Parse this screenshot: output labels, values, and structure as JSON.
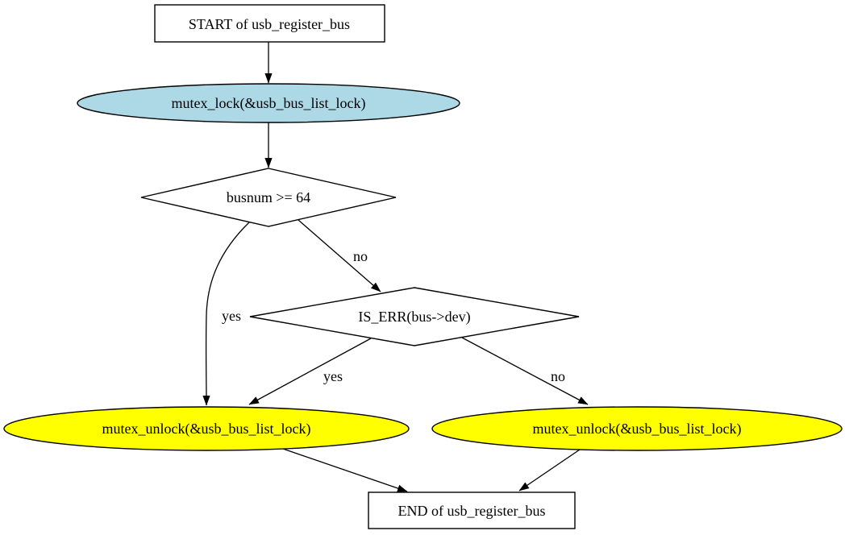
{
  "flowchart": {
    "function_name": "usb_register_bus",
    "nodes": {
      "start": {
        "label": "START of usb_register_bus",
        "shape": "box",
        "fill": "#ffffff"
      },
      "mutex_lock": {
        "label": "mutex_lock(&usb_bus_list_lock)",
        "shape": "ellipse",
        "fill": "#add8e6"
      },
      "busnum_check": {
        "label": "busnum >= 64",
        "shape": "diamond",
        "fill": "#ffffff"
      },
      "is_err_check": {
        "label": "IS_ERR(bus->dev)",
        "shape": "diamond",
        "fill": "#ffffff"
      },
      "mutex_unlock_left": {
        "label": "mutex_unlock(&usb_bus_list_lock)",
        "shape": "ellipse",
        "fill": "#ffff00"
      },
      "mutex_unlock_right": {
        "label": "mutex_unlock(&usb_bus_list_lock)",
        "shape": "ellipse",
        "fill": "#ffff00"
      },
      "end": {
        "label": "END of usb_register_bus",
        "shape": "box",
        "fill": "#ffffff"
      }
    },
    "edge_labels": {
      "busnum_yes": "yes",
      "busnum_no": "no",
      "is_err_yes": "yes",
      "is_err_no": "no"
    },
    "colors": {
      "background": "#ffffff",
      "edge_stroke": "#000000",
      "lock_fill": "#add8e6",
      "unlock_fill": "#ffff00"
    }
  }
}
